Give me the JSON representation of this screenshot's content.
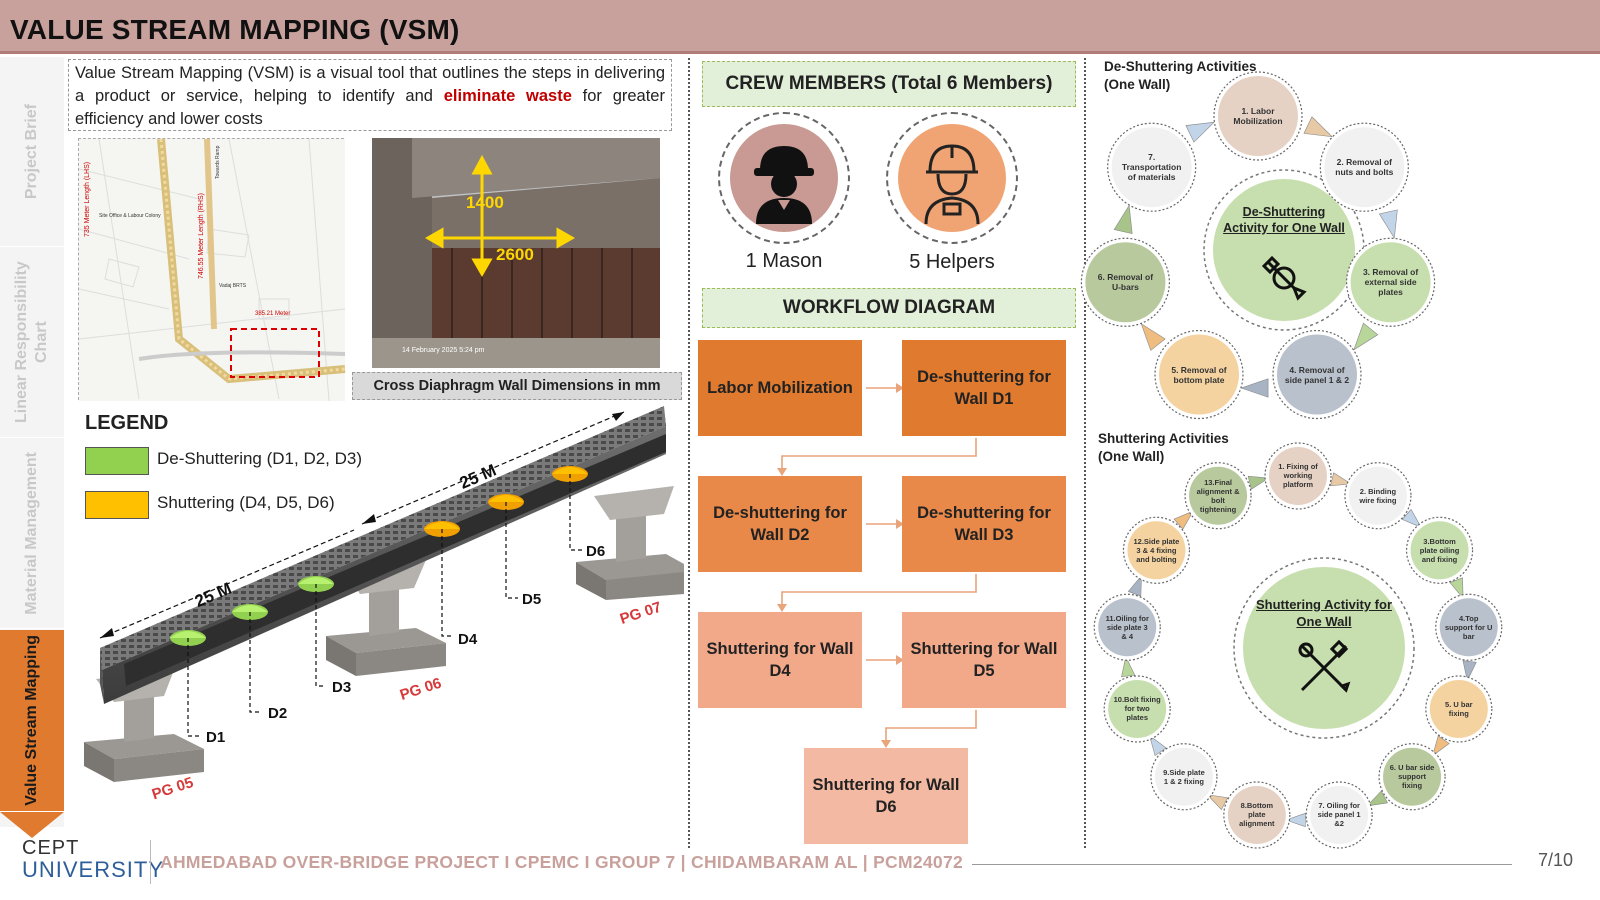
{
  "header": {
    "title": "VALUE STREAM MAPPING (VSM)"
  },
  "sidebar": {
    "items": [
      {
        "label": "Project Brief",
        "active": false
      },
      {
        "label": "Linear Responsibility Chart",
        "active": false
      },
      {
        "label": "Material Management",
        "active": false
      },
      {
        "label": "Value Stream Mapping",
        "active": true
      }
    ]
  },
  "intro": {
    "text_before": "Value Stream Mapping (VSM) is a visual tool that outlines the steps in delivering a product or service, helping to identify and ",
    "highlight": "eliminate waste",
    "text_after": " for greater efficiency and lower costs"
  },
  "site_map": {
    "labels": [
      "735 Meter Length (LHS)",
      "Site Office & Labour Colony",
      "Towards Ramp",
      "746.55 Meter Length (RHS)",
      "Vadaj BRTS",
      "385.21 Meter"
    ],
    "icon": "site-map-image"
  },
  "photo": {
    "height_label": "1400",
    "width_label": "2600",
    "timestamp": "14 February 2025 5:24 pm",
    "caption": "Cross Diaphragm Wall Dimensions in mm"
  },
  "legend": {
    "title": "LEGEND",
    "items": [
      {
        "label": "De-Shuttering (D1, D2, D3)",
        "color": "#92d050"
      },
      {
        "label": "Shuttering (D4, D5, D6)",
        "color": "#ffc000"
      }
    ]
  },
  "bridge": {
    "span1": "25 M",
    "span2": "25 M",
    "walls": [
      "D1",
      "D2",
      "D3",
      "D4",
      "D5",
      "D6"
    ],
    "piers": [
      "PG 05",
      "PG 06",
      "PG 07"
    ]
  },
  "crew": {
    "title": "CREW MEMBERS  (Total 6 Members)",
    "members": [
      {
        "label": "1 Mason",
        "icon": "mason-icon",
        "color": "#c99a93"
      },
      {
        "label": "5 Helpers",
        "icon": "helper-icon",
        "color": "#f0a473"
      }
    ]
  },
  "workflow": {
    "title": "WORKFLOW DIAGRAM",
    "steps": [
      {
        "label": "Labor Mobilization",
        "color": "#e07a2e"
      },
      {
        "label": "De-shuttering for Wall D1",
        "color": "#e07a2e"
      },
      {
        "label": "De-shuttering for Wall D2",
        "color": "#e8894a"
      },
      {
        "label": "De-shuttering for Wall D3",
        "color": "#e8894a"
      },
      {
        "label": "Shuttering for Wall D4",
        "color": "#f2a98a"
      },
      {
        "label": "Shuttering for Wall D5",
        "color": "#f2a98a"
      },
      {
        "label": "Shuttering for Wall D6",
        "color": "#f4b9a2"
      }
    ]
  },
  "deshuttering": {
    "title_line1": "De-Shuttering Activities",
    "title_line2": "(One Wall)",
    "center": "De-Shuttering Activity for One Wall",
    "center_icon": "wrench-gear-icon",
    "steps": [
      {
        "label": "1. Labor Mobilization",
        "color": "#e6d2c4"
      },
      {
        "label": "2. Removal of nuts and bolts",
        "color": "#f1f1f1"
      },
      {
        "label": "3. Removal of external side plates",
        "color": "#c7dfae"
      },
      {
        "label": "4. Removal of side panel 1 & 2",
        "color": "#b9c1cc"
      },
      {
        "label": "5. Removal of bottom plate",
        "color": "#f4d3a1"
      },
      {
        "label": "6. Removal of U-bars",
        "color": "#b8c99d"
      },
      {
        "label": "7. Transportation of materials",
        "color": "#f1f1f1"
      }
    ],
    "arrow_colors": [
      "#e8c9a5",
      "#c2d4e8",
      "#b8d59a",
      "#a8b4c4",
      "#f0bd80",
      "#a8c48a",
      "#c2d4e8"
    ]
  },
  "shuttering": {
    "title_line1": "Shuttering Activities",
    "title_line2": "(One Wall)",
    "center": "Shuttering Activity for One Wall",
    "center_icon": "screwdriver-wrench-icon",
    "steps": [
      {
        "label": "1. Fixing of working platform",
        "color": "#e6d2c4"
      },
      {
        "label": "2. Binding wire fixing",
        "color": "#f1f1f1"
      },
      {
        "label": "3.Bottom plate oiling and fixing",
        "color": "#c7dfae"
      },
      {
        "label": "4.Top support for U bar",
        "color": "#b9c1cc"
      },
      {
        "label": "5. U bar fixing",
        "color": "#f4d3a1"
      },
      {
        "label": "6. U bar side support fixing",
        "color": "#b8c99d"
      },
      {
        "label": "7. Oiling for side panel 1 &2",
        "color": "#f1f1f1"
      },
      {
        "label": "8.Bottom plate alignment",
        "color": "#e6d2c4"
      },
      {
        "label": "9.Side plate 1 & 2 fixing",
        "color": "#f1f1f1"
      },
      {
        "label": "10.Bolt fixing for two plates",
        "color": "#c7dfae"
      },
      {
        "label": "11.Oiling for side plate 3 & 4",
        "color": "#b9c1cc"
      },
      {
        "label": "12.Side plate 3 & 4 fixing and bolting",
        "color": "#f4d3a1"
      },
      {
        "label": "13.Final alignment & bolt tightening",
        "color": "#b8c99d"
      }
    ]
  },
  "footer": {
    "logo_line1": "CEPT",
    "logo_line2": "UNIVERSITY",
    "text": "AHMEDABAD OVER-BRIDGE PROJECT I CPEMC I GROUP 7  |  CHIDAMBARAM AL  |  PCM24072",
    "page": "7/10"
  }
}
